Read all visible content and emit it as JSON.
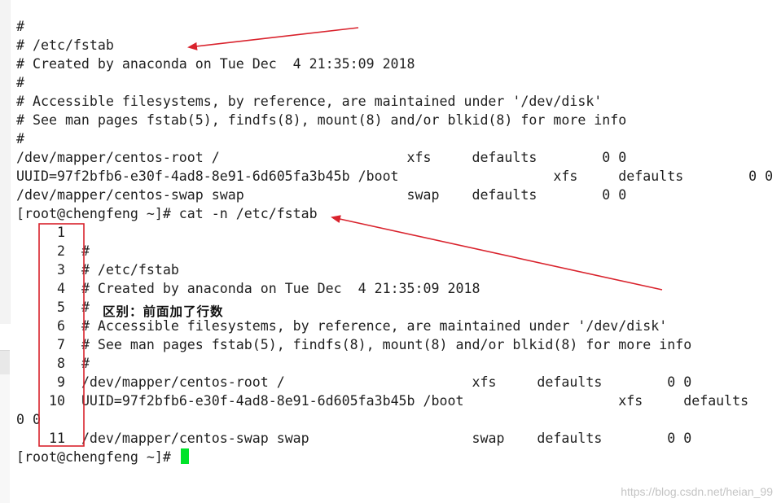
{
  "terminal": {
    "lines": [
      "#",
      "# /etc/fstab",
      "# Created by anaconda on Tue Dec  4 21:35:09 2018",
      "#",
      "# Accessible filesystems, by reference, are maintained under '/dev/disk'",
      "# See man pages fstab(5), findfs(8), mount(8) and/or blkid(8) for more info",
      "#",
      "/dev/mapper/centos-root /                       xfs     defaults        0 0",
      "UUID=97f2bfb6-e30f-4ad8-8e91-6d605fa3b45b /boot                   xfs     defaults        0 0",
      "/dev/mapper/centos-swap swap                    swap    defaults        0 0",
      "[root@chengfeng ~]# cat -n /etc/fstab",
      "     1\t",
      "     2\t#",
      "     3\t# /etc/fstab",
      "     4\t# Created by anaconda on Tue Dec  4 21:35:09 2018",
      "     5\t#",
      "     6\t# Accessible filesystems, by reference, are maintained under '/dev/disk'",
      "     7\t# See man pages fstab(5), findfs(8), mount(8) and/or blkid(8) for more info",
      "     8\t#",
      "     9\t/dev/mapper/centos-root /                       xfs     defaults        0 0",
      "    10\tUUID=97f2bfb6-e30f-4ad8-8e91-6d605fa3b45b /boot                   xfs     defaults",
      "0 0",
      "    11\t/dev/mapper/centos-swap swap                    swap    defaults        0 0"
    ],
    "prompt": "[root@chengfeng ~]# ",
    "cursor_color": "#00e32a"
  },
  "annotation": {
    "text": "区别：前面加了行数",
    "color": "#d9232d"
  },
  "watermark": {
    "text": "https://blog.csdn.net/heian_99"
  }
}
